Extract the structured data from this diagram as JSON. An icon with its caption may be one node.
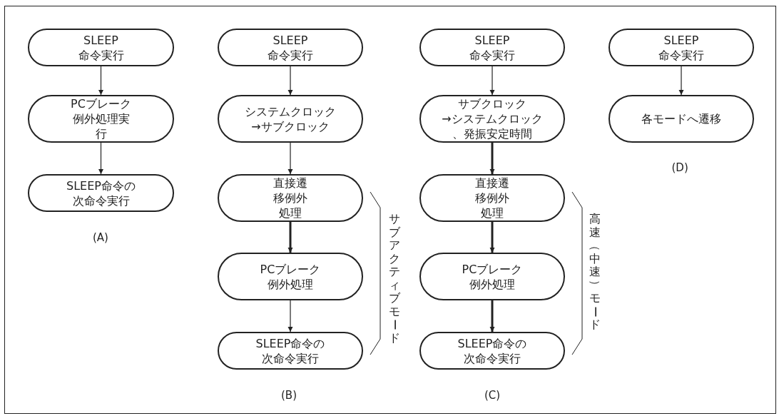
{
  "diagram": {
    "nodes": [
      {
        "text": [
          "SLEEP 命令実行"
        ]
      },
      {
        "text": [
          "PCブレーク例外処理実行"
        ]
      },
      {
        "text": [
          "SLEEP命令の次命令実行"
        ]
      },
      {
        "text": [
          "SLEEP 命令実行"
        ]
      },
      {
        "text": [
          "システムクロック →サブクロック"
        ]
      },
      {
        "text": [
          "直接遷移例外処理"
        ]
      },
      {
        "text": [
          "PCブレーク例外処理"
        ]
      },
      {
        "text": [
          "SLEEP命令の次命令実行"
        ]
      },
      {
        "text": [
          "SLEEP 命令実行"
        ]
      },
      {
        "text": [
          "サブクロック →システムクロック、発振安定時間"
        ]
      },
      {
        "text": [
          "直接遷移例外処理"
        ]
      },
      {
        "text": [
          "PCブレーク例外処理"
        ]
      },
      {
        "text": [
          "SLEEP命令の次命令実行"
        ]
      },
      {
        "text": [
          "SLEEP 命令実行"
        ]
      },
      {
        "text": [
          "各モードへ遷移"
        ]
      }
    ],
    "edges": [
      {
        "from": 0,
        "to": 1,
        "arrow": "to"
      },
      {
        "from": 1,
        "to": 2,
        "arrow": "to"
      },
      {
        "from": 3,
        "to": 4,
        "arrow": "to"
      },
      {
        "from": 4,
        "to": 5,
        "arrow": "to"
      },
      {
        "from": 5,
        "to": 6,
        "arrow": "to",
        "style": "thick"
      },
      {
        "from": 6,
        "to": 7,
        "arrow": "to"
      },
      {
        "from": 8,
        "to": 9,
        "arrow": "to"
      },
      {
        "from": 9,
        "to": 10,
        "arrow": "to",
        "style": "thick"
      },
      {
        "from": 10,
        "to": 11,
        "arrow": "to",
        "style": "thick"
      },
      {
        "from": 11,
        "to": 12,
        "arrow": "to",
        "style": "thick"
      },
      {
        "from": 13,
        "to": 14,
        "arrow": "to"
      }
    ],
    "labels": [
      "(A)",
      "サブアクティブモード",
      "高速（中速）モード",
      "(D)",
      "(B)",
      "(C)"
    ]
  }
}
